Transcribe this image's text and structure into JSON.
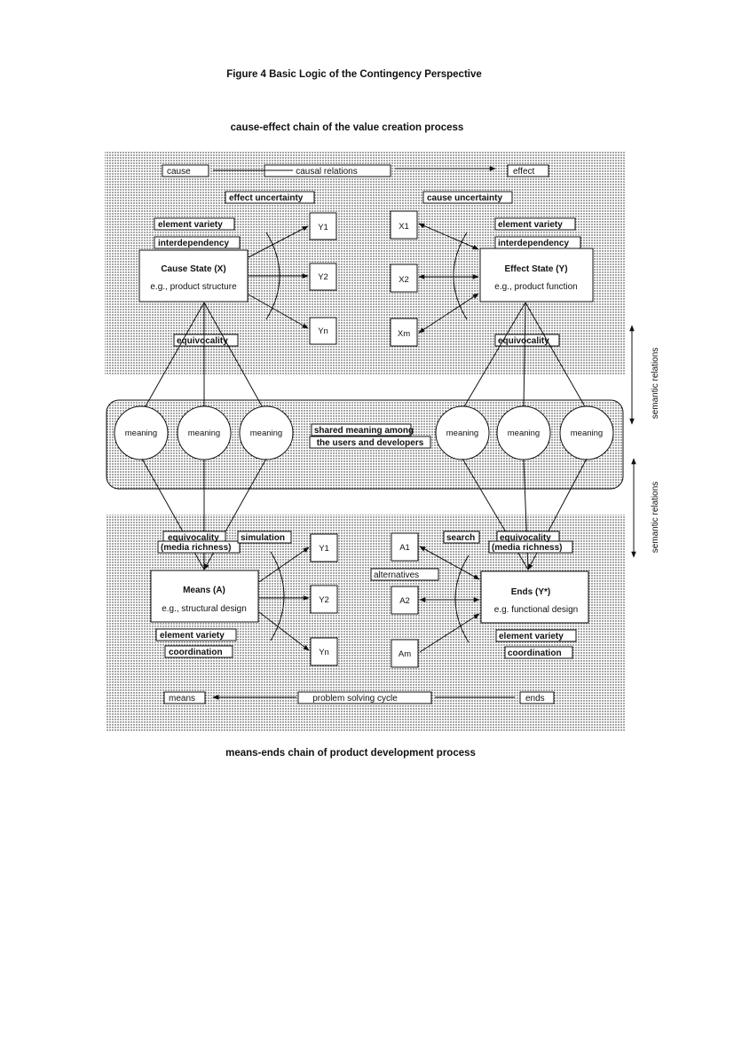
{
  "figure_title": "Figure 4   Basic Logic of the Contingency Perspective",
  "top_heading": "cause-effect chain of the value creation process",
  "bottom_heading": "means-ends chain of product development process",
  "top_panel": {
    "cause_label": "cause",
    "causal_relations_label": "causal relations",
    "effect_label": "effect",
    "effect_uncertainty": "effect uncertainty",
    "cause_uncertainty": "cause uncertainty",
    "left_element_variety": "element variety",
    "left_interdependency": "interdependency",
    "right_element_variety": "element variety",
    "right_interdependency": "interdependency",
    "cause_state_title": "Cause State (X)",
    "cause_state_example": "e.g., product structure",
    "effect_state_title": "Effect State (Y)",
    "effect_state_example": "e.g., product function",
    "y_nodes": [
      "Y1",
      "Y2",
      "Yn"
    ],
    "x_nodes": [
      "X1",
      "X2",
      "Xm"
    ],
    "left_equivocality": "equivocality",
    "right_equivocality": "equivocality"
  },
  "middle_panel": {
    "meaning_labels": [
      "meaning",
      "meaning",
      "meaning",
      "meaning",
      "meaning",
      "meaning"
    ],
    "shared_line1": "shared meaning among",
    "shared_line2": "the users and developers"
  },
  "bottom_panel": {
    "left_equivocality": "equivocality",
    "left_media_richness": "(media richness)",
    "simulation": "simulation",
    "search": "search",
    "right_equivocality": "equivocality",
    "right_media_richness": "(media richness)",
    "alternatives": "alternatives",
    "means_title": "Means (A)",
    "means_example": "e.g., structural design",
    "ends_title": "Ends (Y*)",
    "ends_example": "e.g.  functional design",
    "y_nodes": [
      "Y1",
      "Y2",
      "Yn"
    ],
    "a_nodes": [
      "A1",
      "A2",
      "Am"
    ],
    "left_element_variety": "element variety",
    "left_coordination": "coordination",
    "right_element_variety": "element variety",
    "right_coordination": "coordination",
    "means_label": "means",
    "problem_solving_cycle": "problem solving cycle",
    "ends_label": "ends"
  },
  "side_labels": {
    "upper": "semantic relations",
    "lower": "semantic relations"
  },
  "colors": {
    "dot": "#222222",
    "line": "#111111",
    "paper": "#ffffff"
  }
}
